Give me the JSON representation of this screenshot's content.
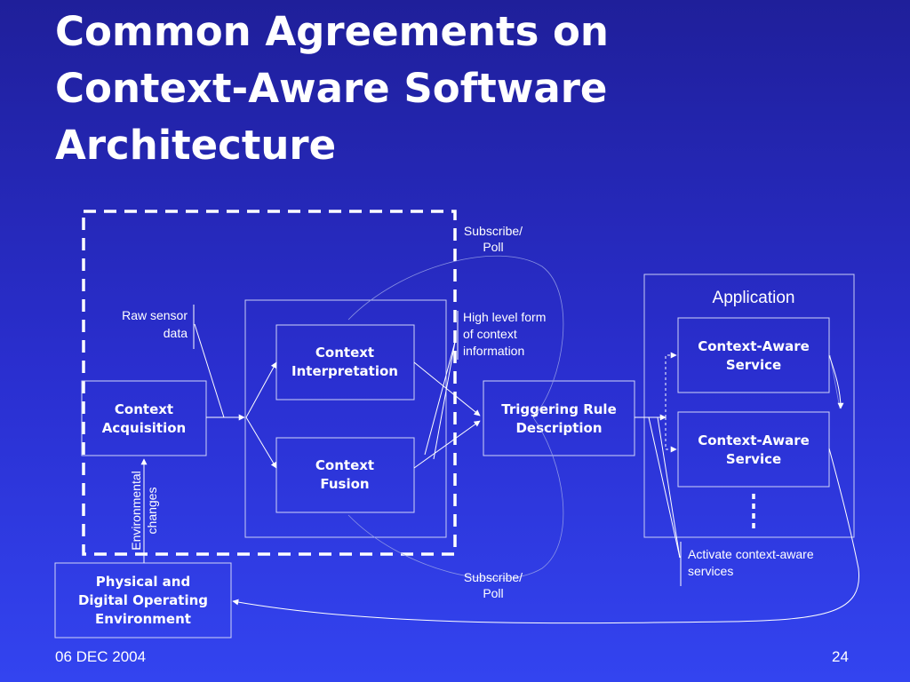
{
  "slide": {
    "title_lines": [
      "Common Agreements on",
      "Context-Aware Software",
      "Architecture"
    ],
    "date": "06 DEC 2004",
    "page_number": "24"
  },
  "diagram": {
    "boxes": {
      "context_acquisition": [
        "Context",
        "Acquisition"
      ],
      "context_interpretation": [
        "Context",
        "Interpretation"
      ],
      "context_fusion": [
        "Context",
        "Fusion"
      ],
      "triggering_rule": [
        "Triggering Rule",
        "Description"
      ],
      "service_1": [
        "Context-Aware",
        "Service"
      ],
      "service_2": [
        "Context-Aware",
        "Service"
      ],
      "environment": [
        "Physical and",
        "Digital Operating",
        "Environment"
      ]
    },
    "labels": {
      "application": "Application",
      "raw_sensor": [
        "Raw sensor",
        "data"
      ],
      "environmental_changes": [
        "Environmental",
        "changes"
      ],
      "subscribe_top": [
        "Subscribe/",
        "Poll"
      ],
      "subscribe_bottom": [
        "Subscribe/",
        "Poll"
      ],
      "high_level": [
        "High level form",
        "of context",
        "information"
      ],
      "activate": [
        "Activate context-aware",
        "services"
      ]
    }
  }
}
